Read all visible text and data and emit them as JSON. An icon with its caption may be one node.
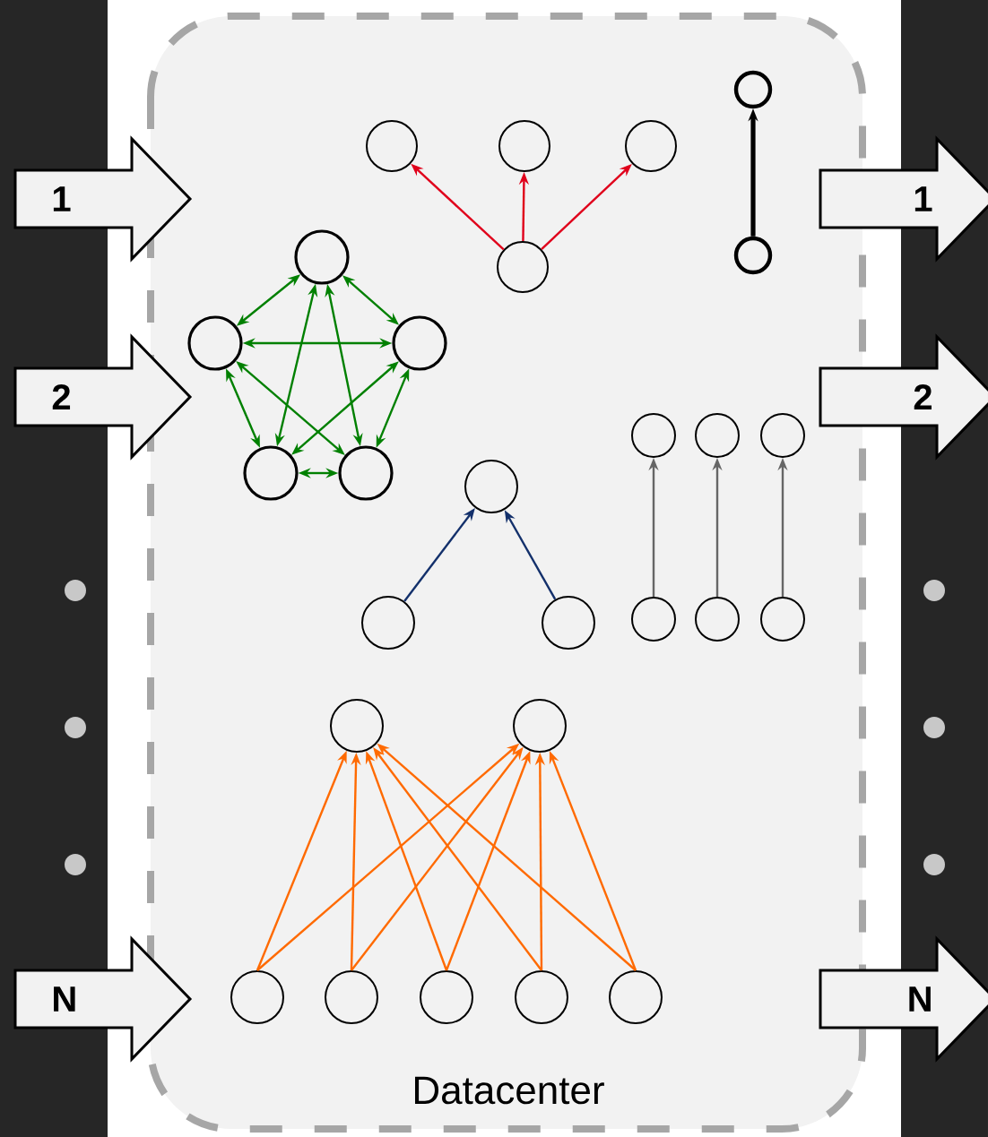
{
  "diagram": {
    "nodes": [
      {
        "text": [
          "Datacenter"
        ]
      },
      {
        "text": [
          "1"
        ]
      },
      {
        "text": [
          "2"
        ]
      },
      {
        "text": [
          "N"
        ]
      },
      {
        "text": [
          "1"
        ]
      },
      {
        "text": [
          "2"
        ]
      },
      {
        "text": [
          "N"
        ]
      },
      {
        "text": [],
        "shape": "circle",
        "in": 0
      },
      {
        "text": [],
        "shape": "circle",
        "in": 0
      },
      {
        "text": [],
        "shape": "circle",
        "in": 0
      },
      {
        "text": [],
        "shape": "circle",
        "in": 0
      },
      {
        "text": [],
        "shape": "circle",
        "in": 0
      },
      {
        "text": [],
        "shape": "circle",
        "in": 0
      },
      {
        "text": [],
        "shape": "circle",
        "in": 0
      },
      {
        "text": [],
        "shape": "circle",
        "in": 0
      },
      {
        "text": [],
        "shape": "circle",
        "in": 0
      },
      {
        "text": [],
        "shape": "circle",
        "in": 0
      },
      {
        "text": [],
        "shape": "circle",
        "in": 0
      },
      {
        "text": [],
        "shape": "circle",
        "in": 0
      },
      {
        "text": [],
        "shape": "circle",
        "in": 0
      },
      {
        "text": [],
        "shape": "circle",
        "in": 0
      },
      {
        "text": [],
        "shape": "circle",
        "in": 0
      },
      {
        "text": [],
        "shape": "circle",
        "in": 0
      },
      {
        "text": [],
        "shape": "circle",
        "in": 0
      },
      {
        "text": [],
        "shape": "circle",
        "in": 0
      },
      {
        "text": [],
        "shape": "circle",
        "in": 0
      },
      {
        "text": [],
        "shape": "circle",
        "in": 0
      },
      {
        "text": [],
        "shape": "circle",
        "in": 0
      },
      {
        "text": [],
        "shape": "circle",
        "in": 0
      },
      {
        "text": [],
        "shape": "circle",
        "in": 0
      },
      {
        "text": [],
        "shape": "circle",
        "in": 0
      },
      {
        "text": [],
        "shape": "circle",
        "in": 0
      },
      {
        "text": [],
        "shape": "circle",
        "in": 0
      },
      {
        "text": [],
        "shape": "circle",
        "in": 0
      }
    ],
    "edges": [
      {
        "from": 10,
        "to": 7,
        "arrow": "to",
        "color": "#e0001b"
      },
      {
        "from": 10,
        "to": 8,
        "arrow": "to",
        "color": "#e0001b"
      },
      {
        "from": 10,
        "to": 9,
        "arrow": "to",
        "color": "#e0001b"
      },
      {
        "from": 12,
        "to": 11,
        "arrow": "to",
        "style": "thick",
        "color": "#000000"
      },
      {
        "from": 13,
        "to": 14,
        "arrow": "both",
        "color": "#008000"
      },
      {
        "from": 13,
        "to": 15,
        "arrow": "both",
        "color": "#008000"
      },
      {
        "from": 13,
        "to": 16,
        "arrow": "both",
        "color": "#008000"
      },
      {
        "from": 13,
        "to": 17,
        "arrow": "both",
        "color": "#008000"
      },
      {
        "from": 14,
        "to": 15,
        "arrow": "both",
        "color": "#008000"
      },
      {
        "from": 14,
        "to": 16,
        "arrow": "both",
        "color": "#008000"
      },
      {
        "from": 14,
        "to": 17,
        "arrow": "both",
        "color": "#008000"
      },
      {
        "from": 15,
        "to": 16,
        "arrow": "both",
        "color": "#008000"
      },
      {
        "from": 15,
        "to": 17,
        "arrow": "both",
        "color": "#008000"
      },
      {
        "from": 16,
        "to": 17,
        "arrow": "both",
        "color": "#008000"
      },
      {
        "from": 19,
        "to": 18,
        "arrow": "to",
        "color": "#13306b"
      },
      {
        "from": 20,
        "to": 18,
        "arrow": "to",
        "color": "#13306b"
      },
      {
        "from": 24,
        "to": 21,
        "arrow": "to",
        "color": "#666666"
      },
      {
        "from": 25,
        "to": 22,
        "arrow": "to",
        "color": "#666666"
      },
      {
        "from": 26,
        "to": 23,
        "arrow": "to",
        "color": "#666666"
      },
      {
        "from": 29,
        "to": 27,
        "arrow": "to",
        "color": "#ff6a00"
      },
      {
        "from": 29,
        "to": 28,
        "arrow": "to",
        "color": "#ff6a00"
      },
      {
        "from": 30,
        "to": 27,
        "arrow": "to",
        "color": "#ff6a00"
      },
      {
        "from": 30,
        "to": 28,
        "arrow": "to",
        "color": "#ff6a00"
      },
      {
        "from": 31,
        "to": 27,
        "arrow": "to",
        "color": "#ff6a00"
      },
      {
        "from": 31,
        "to": 28,
        "arrow": "to",
        "color": "#ff6a00"
      },
      {
        "from": 32,
        "to": 27,
        "arrow": "to",
        "color": "#ff6a00"
      },
      {
        "from": 32,
        "to": 28,
        "arrow": "to",
        "color": "#ff6a00"
      },
      {
        "from": 33,
        "to": 27,
        "arrow": "to",
        "color": "#ff6a00"
      },
      {
        "from": 33,
        "to": 28,
        "arrow": "to",
        "color": "#ff6a00"
      }
    ]
  }
}
